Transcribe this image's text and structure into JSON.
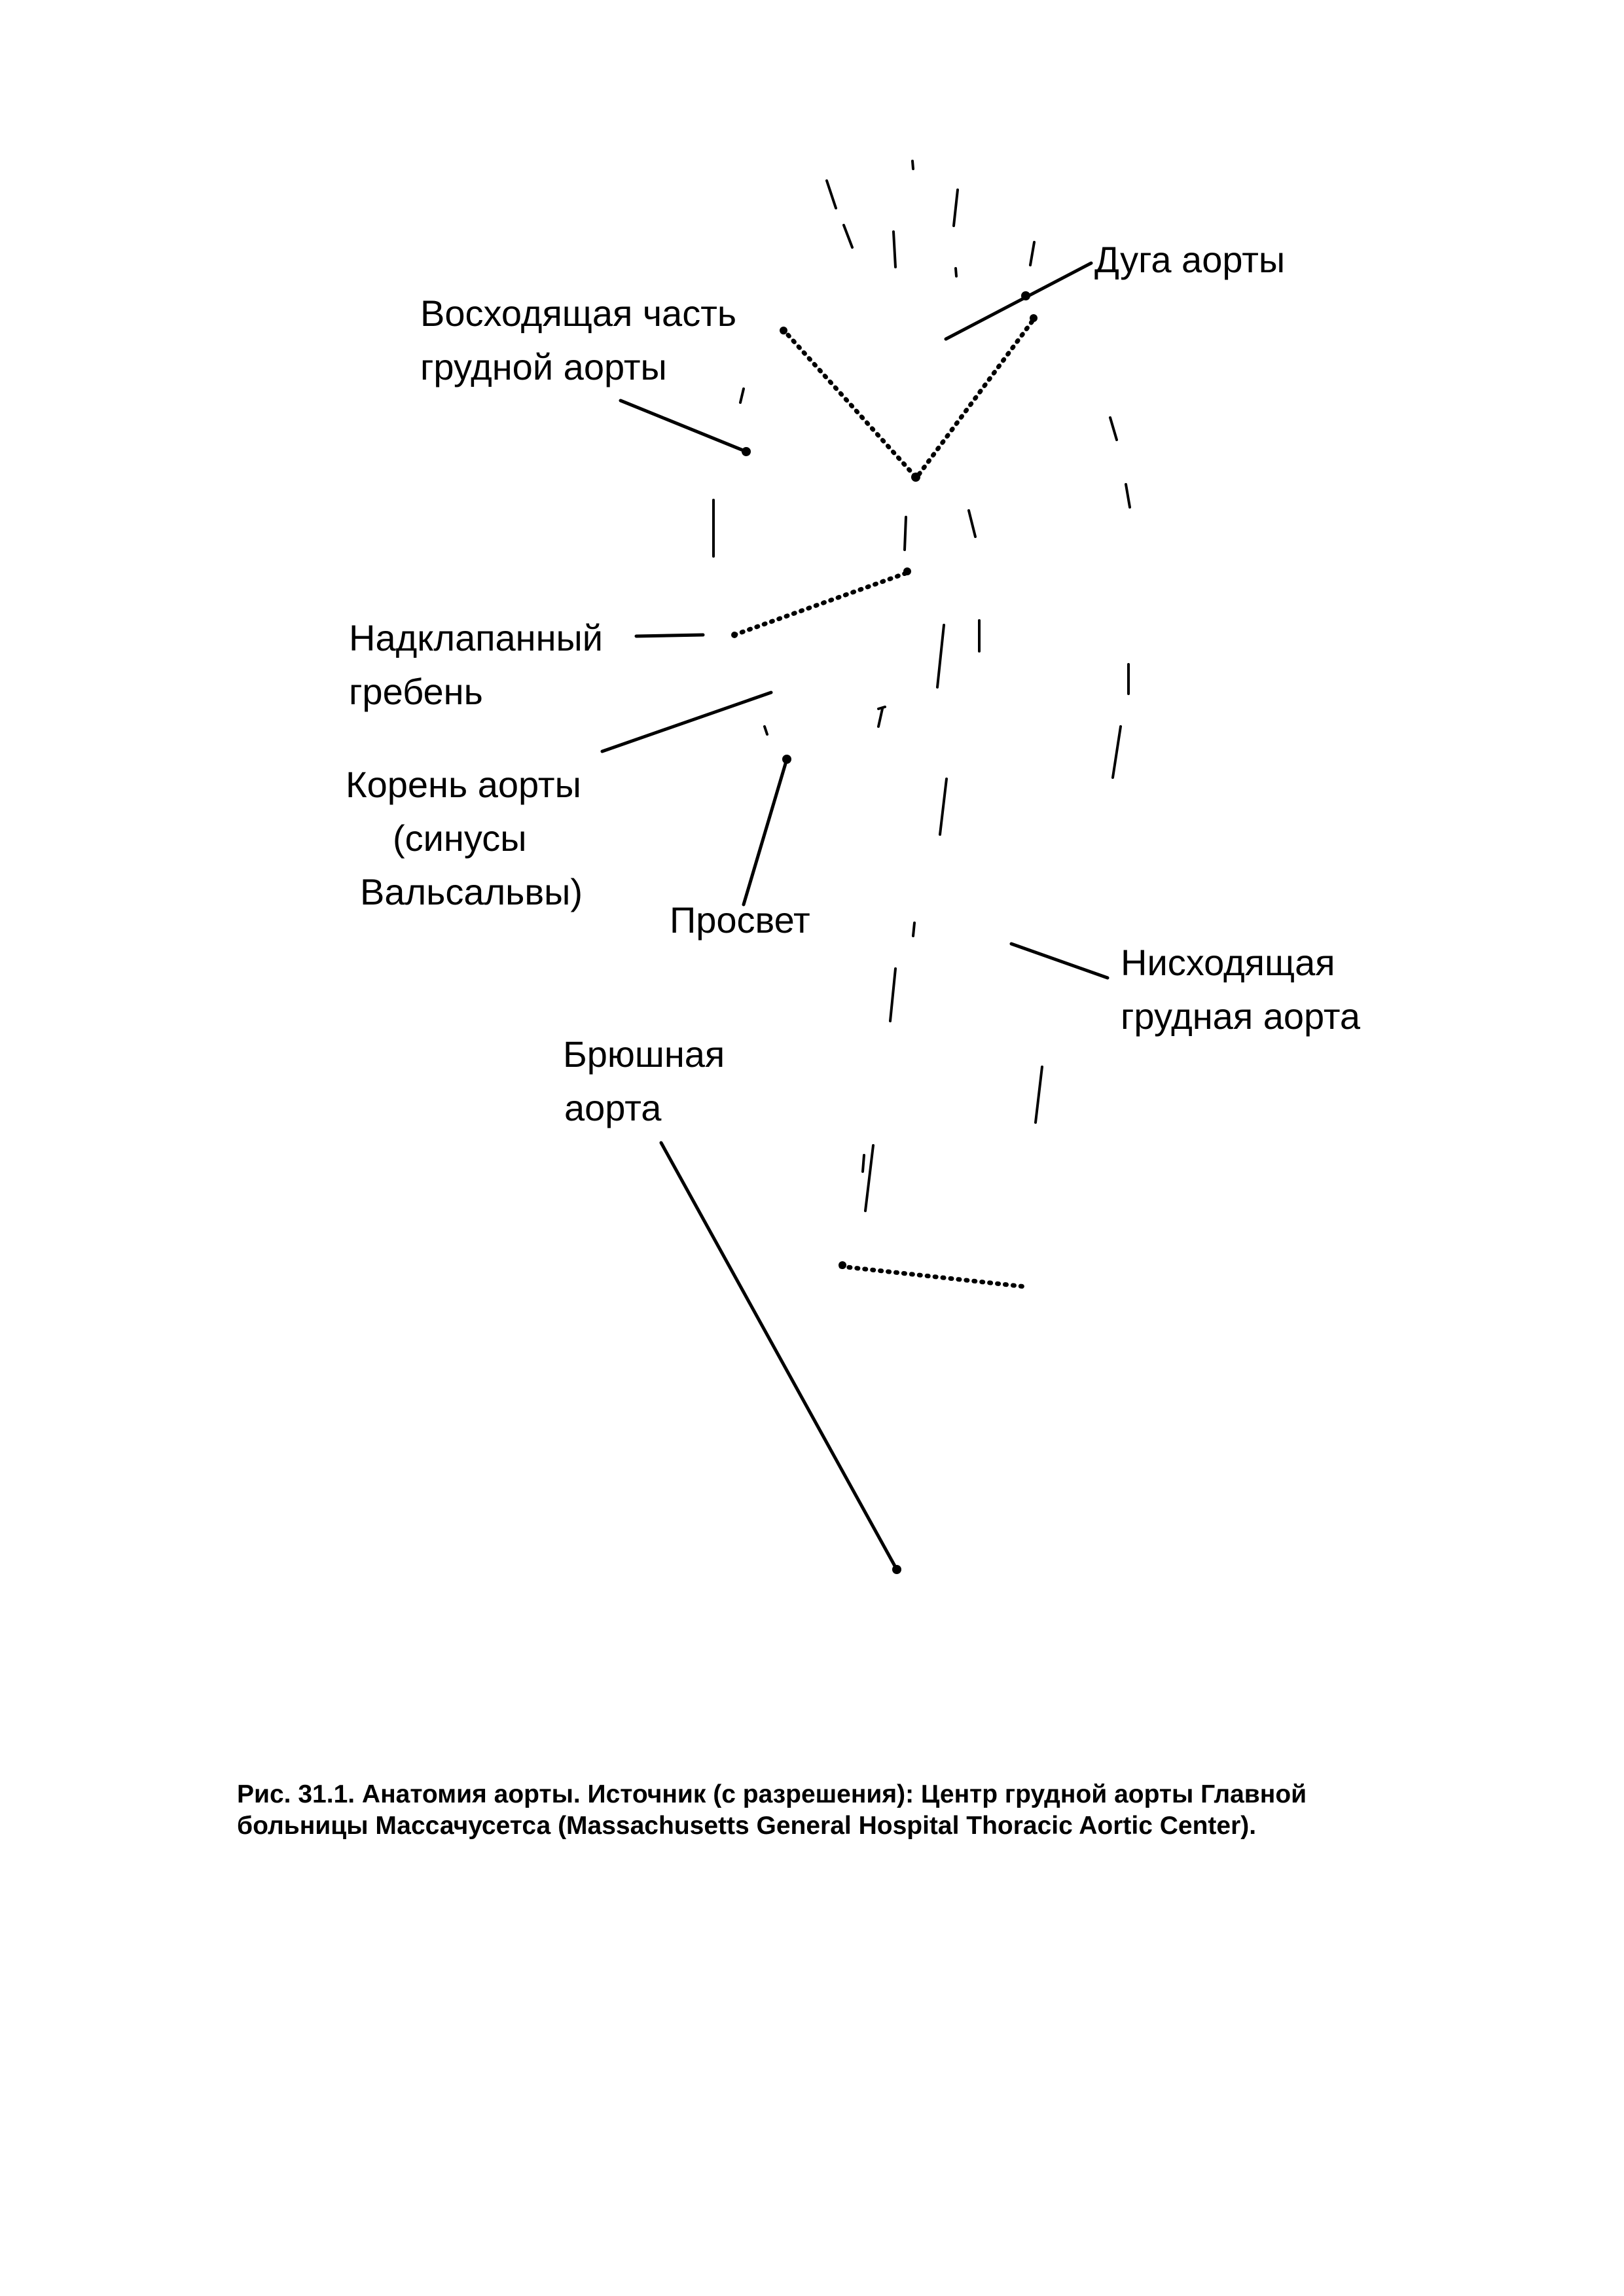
{
  "diagram": {
    "labels": {
      "arch": [
        "Дуга аорты"
      ],
      "ascending": [
        "Восходящая часть",
        "грудной аорты"
      ],
      "sinotubular_ridge": [
        "Надклапанный",
        "гребень"
      ],
      "root": [
        "Корень аорты",
        "(синусы",
        "Вальсальвы)"
      ],
      "lumen": [
        "Просвет"
      ],
      "descending": [
        "Нисходящая",
        "грудная аорта"
      ],
      "abdominal": [
        "Брюшная",
        "аорта"
      ]
    }
  },
  "caption": {
    "line1": "Рис. 31.1. Анатомия аорты. Источник (с разрешения): Центр грудной аорты Главной",
    "line2": "больницы Массачусетса (Massachusetts General Hospital Thoracic Aortic Center)."
  }
}
